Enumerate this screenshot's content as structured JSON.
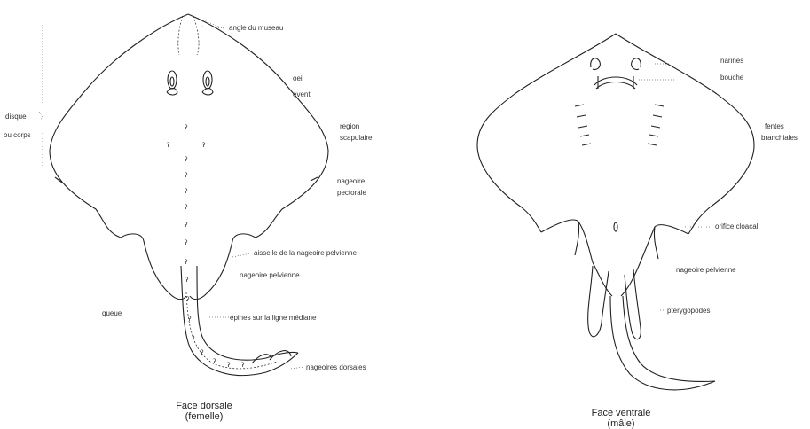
{
  "dorsal": {
    "labels": {
      "snout_angle": "angle du museau",
      "eye": "oeil",
      "spiracle": "event",
      "disc_line1": "disque",
      "disc_line2": "ou corps",
      "scapular_line1": "region",
      "scapular_line2": "scapulaire",
      "pectoral_line1": "nageoire",
      "pectoral_line2": "pectorale",
      "pelvic_axil": "aisselle de la nageoire pelvienne",
      "pelvic_fin": "nageoire pelvienne",
      "tail": "queue",
      "midline_spines": "épines sur la ligne médiane",
      "dorsal_fins": "nageoires dorsales"
    },
    "caption_line1": "Face dorsale",
    "caption_line2": "(femelle)"
  },
  "ventral": {
    "labels": {
      "nostrils": "narines",
      "mouth": "bouche",
      "gill_line1": "fentes",
      "gill_line2": "branchiales",
      "cloacal": "orifice cloacal",
      "pelvic_fin": "nageoire pelvienne",
      "pterygopods": "ptérygopodes"
    },
    "caption_line1": "Face ventrale",
    "caption_line2": "(mâle)"
  }
}
